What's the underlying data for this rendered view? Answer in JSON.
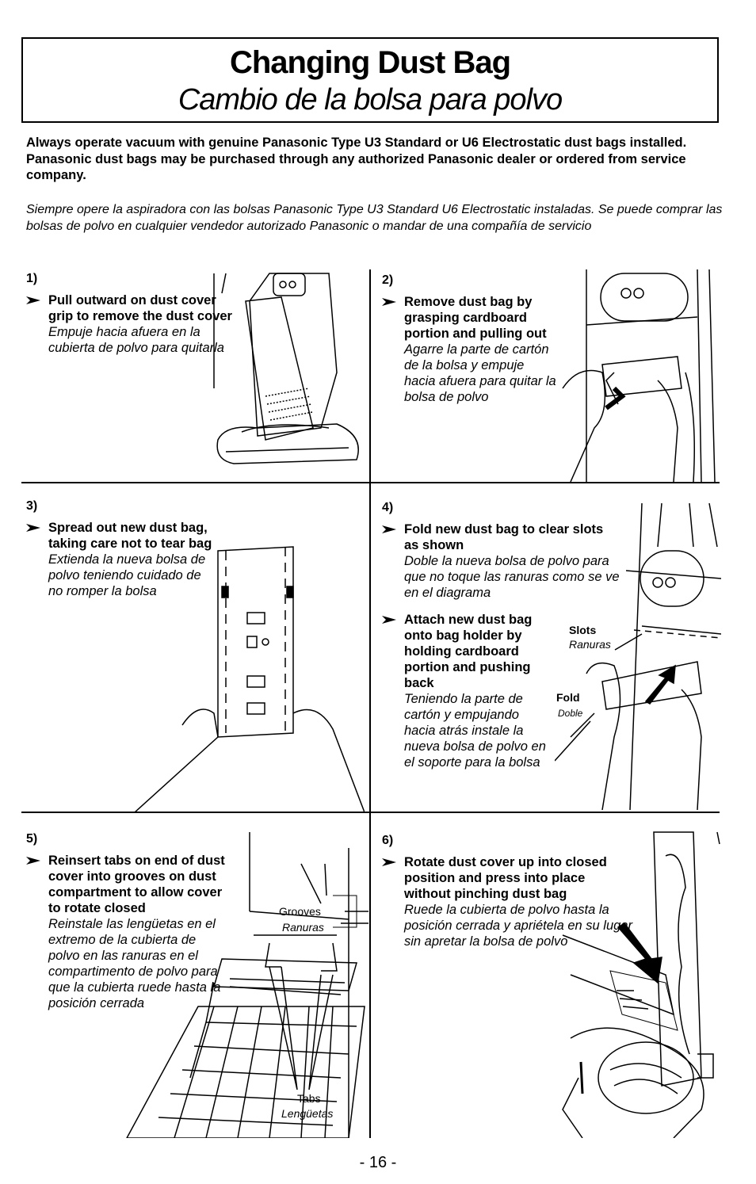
{
  "title": {
    "en": "Changing Dust Bag",
    "es": "Cambio de la bolsa para polvo"
  },
  "intro": {
    "en": "Always operate vacuum with genuine Panasonic Type U3 Standard or U6 Electrostatic dust bags installed. Panasonic dust bags may be purchased through any authorized Panasonic dealer or ordered from service company.",
    "es": "Siempre opere la aspiradora con las bolsas Panasonic Type U3 Standard U6 Electrostatic instaladas. Se puede comprar las bolsas de polvo en cualquier vendedor autorizado Panasonic o mandar de una compañía de servicio"
  },
  "steps": [
    {
      "number": "1)",
      "items": [
        {
          "en": "Pull outward on dust cover grip to remove the dust cover",
          "es": "Empuje hacia afuera en la cubierta de polvo para quitarla"
        }
      ]
    },
    {
      "number": "2)",
      "items": [
        {
          "en": "Remove dust bag by grasping cardboard portion and pulling out",
          "es": "Agarre la parte de cartón de la bolsa y empuje hacia afuera para quitar la bolsa de polvo"
        }
      ]
    },
    {
      "number": "3)",
      "items": [
        {
          "en": "Spread out new dust bag, taking care not to tear bag",
          "es": "Extienda la nueva bolsa de polvo teniendo cuidado de no romper la bolsa"
        }
      ]
    },
    {
      "number": "4)",
      "items": [
        {
          "en": "Fold new dust bag to clear slots as shown",
          "es": "Doble la nueva bolsa de polvo para que no toque las ranuras como se ve en el diagrama"
        },
        {
          "en": "Attach new dust bag onto bag holder by holding cardboard portion and pushing back",
          "es": "Teniendo la parte de cartón y empujando hacia atrás instale la nueva bolsa de polvo en el soporte para la bolsa"
        }
      ],
      "labels": {
        "slots": "Slots",
        "ranuras": "Ranuras",
        "fold": "Fold",
        "doble": "Doble"
      }
    },
    {
      "number": "5)",
      "items": [
        {
          "en": "Reinsert tabs on end of dust cover into grooves on dust compartment to allow cover to rotate closed",
          "es": "Reinstale las lengüetas en el extremo de la cubierta de polvo en las ranuras en el compartimento de polvo para que la cubierta ruede hasta la posición cerrada"
        }
      ],
      "labels": {
        "grooves": "Grooves",
        "ranuras": "Ranuras",
        "tabs": "Tabs",
        "lenguetas": "Lengüetas"
      }
    },
    {
      "number": "6)",
      "items": [
        {
          "en": "Rotate dust cover up into closed position and press into place without pinching dust bag",
          "es": "Ruede la cubierta de polvo hasta la posición cerrada y apriétela en su lugar sin apretar la bolsa de polvo"
        }
      ]
    }
  ],
  "page_number": "- 16 -"
}
